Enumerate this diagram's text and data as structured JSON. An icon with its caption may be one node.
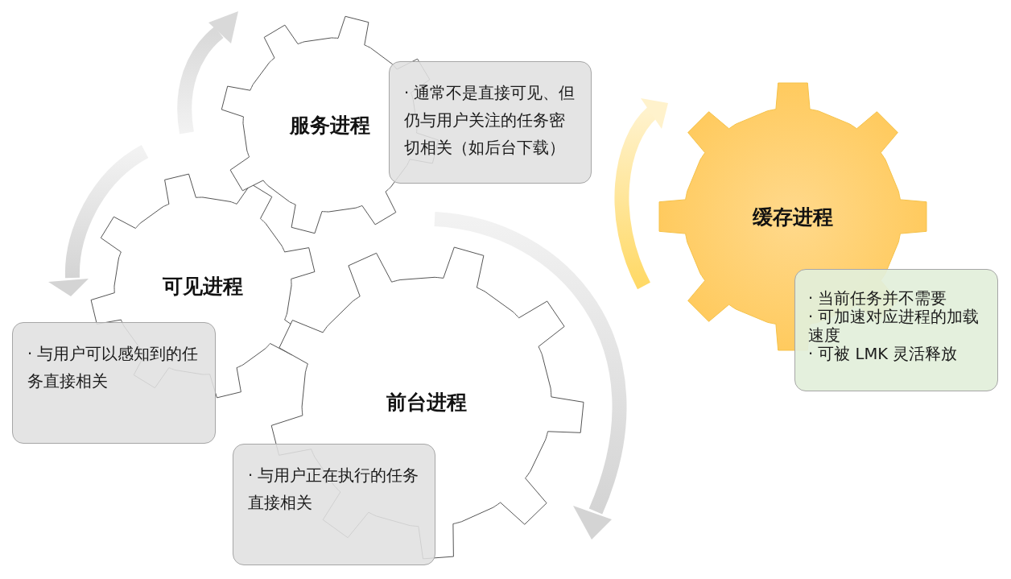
{
  "diagram": {
    "nodes": [
      {
        "text": [
          "服务进程"
        ]
      },
      {
        "text": [
          "· 通常不是直接可见、但仍与用户关注的任务密切相关（如后台下载）"
        ]
      },
      {
        "text": [
          "可见进程"
        ]
      },
      {
        "text": [
          "· 与用户可以感知到的任务直接相关"
        ]
      },
      {
        "text": [
          "前台进程"
        ]
      },
      {
        "text": [
          "· 与用户正在执行的任务直接相关"
        ]
      },
      {
        "text": [
          "缓存进程"
        ]
      },
      {
        "text": [
          "· 当前任务并不需要",
          "· 可加速对应进程的加载速度",
          "· 可被 LMK 灵活释放"
        ]
      }
    ],
    "edges": []
  }
}
